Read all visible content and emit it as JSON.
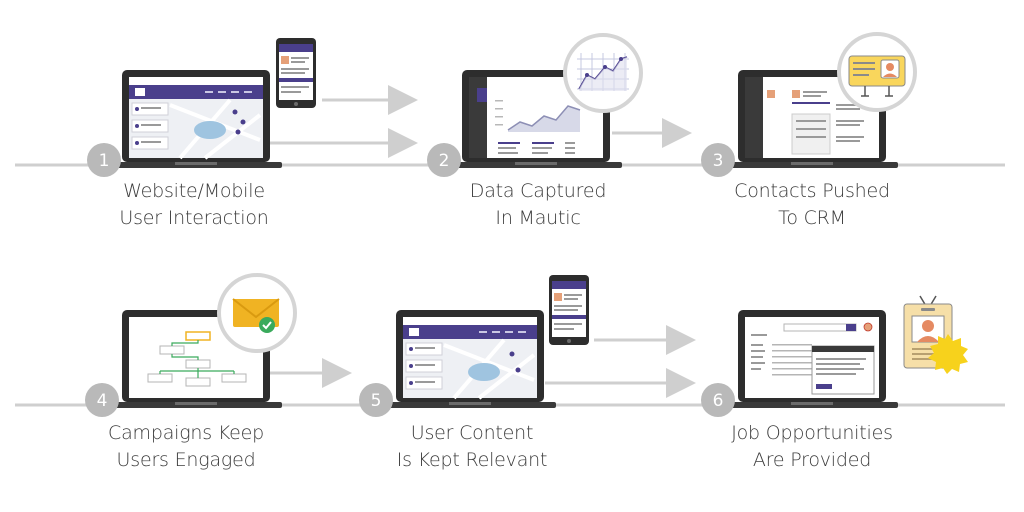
{
  "steps": [
    {
      "number": "1",
      "line1": "Website/Mobile",
      "line2": "User Interaction"
    },
    {
      "number": "2",
      "line1": "Data Captured",
      "line2": "In Mautic"
    },
    {
      "number": "3",
      "line1": "Contacts Pushed",
      "line2": "To CRM"
    },
    {
      "number": "4",
      "line1": "Campaigns Keep",
      "line2": "Users Engaged"
    },
    {
      "number": "5",
      "line1": "User Content",
      "line2": "Is Kept Relevant"
    },
    {
      "number": "6",
      "line1": "Job Opportunities",
      "line2": "Are Provided"
    }
  ],
  "colors": {
    "laptop_frame": "#2d2d2d",
    "timeline": "#cfcfcf",
    "step_badge": "#b9b9b9",
    "accent_purple": "#4a3f8c",
    "map_water": "#9fc4e0",
    "envelope": "#f0b323",
    "check_green": "#3aaa5c",
    "badge_yellow": "#f9d65c",
    "id_card": "#f6dfa8"
  },
  "icons": [
    "laptop-icon",
    "mobile-phone-icon",
    "chart-magnifier-icon",
    "contact-card-icon",
    "envelope-check-icon",
    "id-badge-icon",
    "arrow-right-icon"
  ]
}
